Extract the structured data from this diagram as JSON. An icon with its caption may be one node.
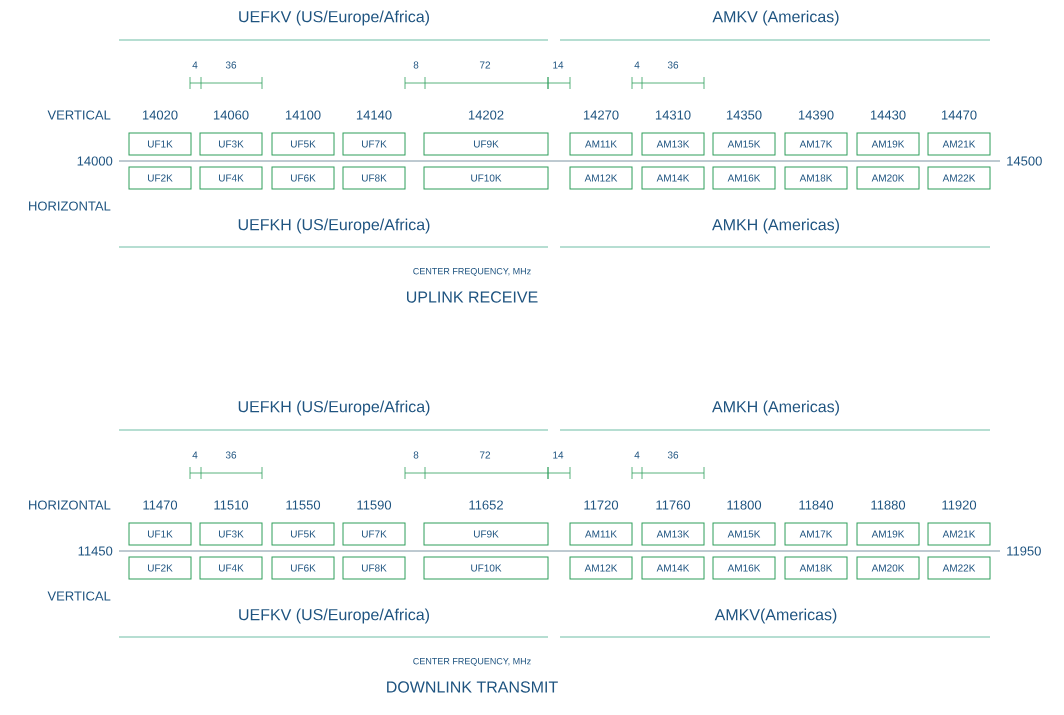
{
  "diagram": {
    "nodes": [
      {
        "text": [
          "UF1K"
        ]
      },
      {
        "text": [
          "UF3K"
        ]
      },
      {
        "text": [
          "UF5K"
        ]
      },
      {
        "text": [
          "UF7K"
        ]
      },
      {
        "text": [
          "UF9K"
        ]
      },
      {
        "text": [
          "AM11K"
        ]
      },
      {
        "text": [
          "AM13K"
        ]
      },
      {
        "text": [
          "AM15K"
        ]
      },
      {
        "text": [
          "AM17K"
        ]
      },
      {
        "text": [
          "AM19K"
        ]
      },
      {
        "text": [
          "AM21K"
        ]
      },
      {
        "text": [
          "UF2K"
        ]
      },
      {
        "text": [
          "UF4K"
        ]
      },
      {
        "text": [
          "UF6K"
        ]
      },
      {
        "text": [
          "UF8K"
        ]
      },
      {
        "text": [
          "UF10K"
        ]
      },
      {
        "text": [
          "AM12K"
        ]
      },
      {
        "text": [
          "AM14K"
        ]
      },
      {
        "text": [
          "AM16K"
        ]
      },
      {
        "text": [
          "AM18K"
        ]
      },
      {
        "text": [
          "AM20K"
        ]
      },
      {
        "text": [
          "AM22K"
        ]
      },
      {
        "text": [
          "UF1K"
        ]
      },
      {
        "text": [
          "UF3K"
        ]
      },
      {
        "text": [
          "UF5K"
        ]
      },
      {
        "text": [
          "UF7K"
        ]
      },
      {
        "text": [
          "UF9K"
        ]
      },
      {
        "text": [
          "AM11K"
        ]
      },
      {
        "text": [
          "AM13K"
        ]
      },
      {
        "text": [
          "AM15K"
        ]
      },
      {
        "text": [
          "AM17K"
        ]
      },
      {
        "text": [
          "AM19K"
        ]
      },
      {
        "text": [
          "AM21K"
        ]
      },
      {
        "text": [
          "UF2K"
        ]
      },
      {
        "text": [
          "UF4K"
        ]
      },
      {
        "text": [
          "UF6K"
        ]
      },
      {
        "text": [
          "UF8K"
        ]
      },
      {
        "text": [
          "UF10K"
        ]
      },
      {
        "text": [
          "AM12K"
        ]
      },
      {
        "text": [
          "AM14K"
        ]
      },
      {
        "text": [
          "AM16K"
        ]
      },
      {
        "text": [
          "AM18K"
        ]
      },
      {
        "text": [
          "AM20K"
        ]
      },
      {
        "text": [
          "AM22K"
        ]
      }
    ],
    "labels": [
      "UEFKV (US/Europe/Africa)",
      "AMKV (Americas)",
      "4",
      "36",
      "8",
      "72",
      "14",
      "4",
      "36",
      "VERTICAL",
      "14020",
      "14060",
      "14100",
      "14140",
      "14202",
      "14270",
      "14310",
      "14350",
      "14390",
      "14430",
      "14470",
      "14000",
      "14500",
      "HORIZONTAL",
      "UEFKH (US/Europe/Africa)",
      "AMKH (Americas)",
      "CENTER FREQUENCY, MHz",
      "UPLINK RECEIVE",
      "UEFKH (US/Europe/Africa)",
      "AMKH (Americas)",
      "4",
      "36",
      "8",
      "72",
      "14",
      "4",
      "36",
      "HORIZONTAL",
      "11470",
      "11510",
      "11550",
      "11590",
      "11652",
      "11720",
      "11760",
      "11800",
      "11840",
      "11880",
      "11920",
      "11450",
      "11950",
      "VERTICAL",
      "UEFKV (US/Europe/Africa)",
      "AMKV(Americas)",
      "CENTER FREQUENCY, MHz",
      "DOWNLINK TRANSMIT"
    ]
  }
}
